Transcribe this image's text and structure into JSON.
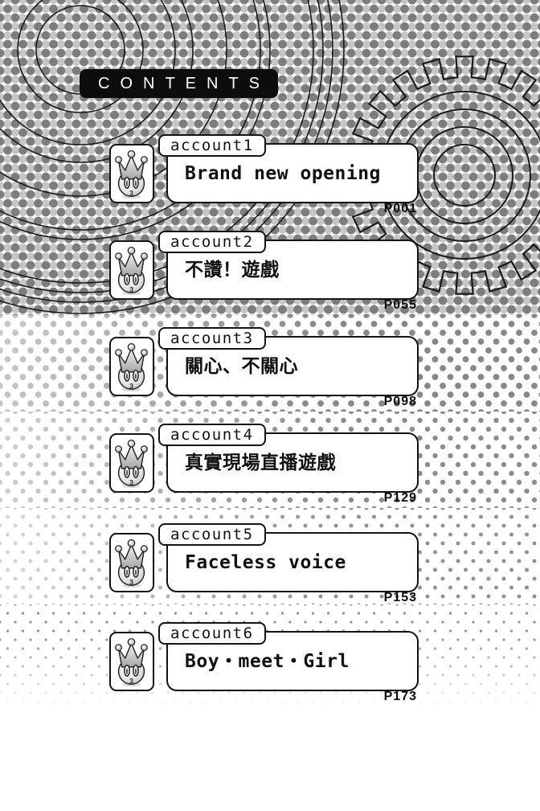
{
  "header": {
    "title": "CONTENTS"
  },
  "entries": [
    {
      "label": "account1",
      "title": "Brand new opening",
      "page": "P001"
    },
    {
      "label": "account2",
      "title": "不讚！遊戲",
      "page": "P055"
    },
    {
      "label": "account3",
      "title": "關心、不關心",
      "page": "P098"
    },
    {
      "label": "account4",
      "title": "真實現場直播遊戲",
      "page": "P129"
    },
    {
      "label": "account5",
      "title": "Faceless voice",
      "page": "P153"
    },
    {
      "label": "account6",
      "title": "Boy・meet・Girl",
      "page": "P173"
    }
  ],
  "mascot": {
    "badge": "3"
  },
  "colors": {
    "title_bar_bg": "#0d0d0d",
    "ink": "#1a1a1a",
    "dot_dark": "#7d7d7d",
    "dot_light": "#c6c6c6"
  }
}
